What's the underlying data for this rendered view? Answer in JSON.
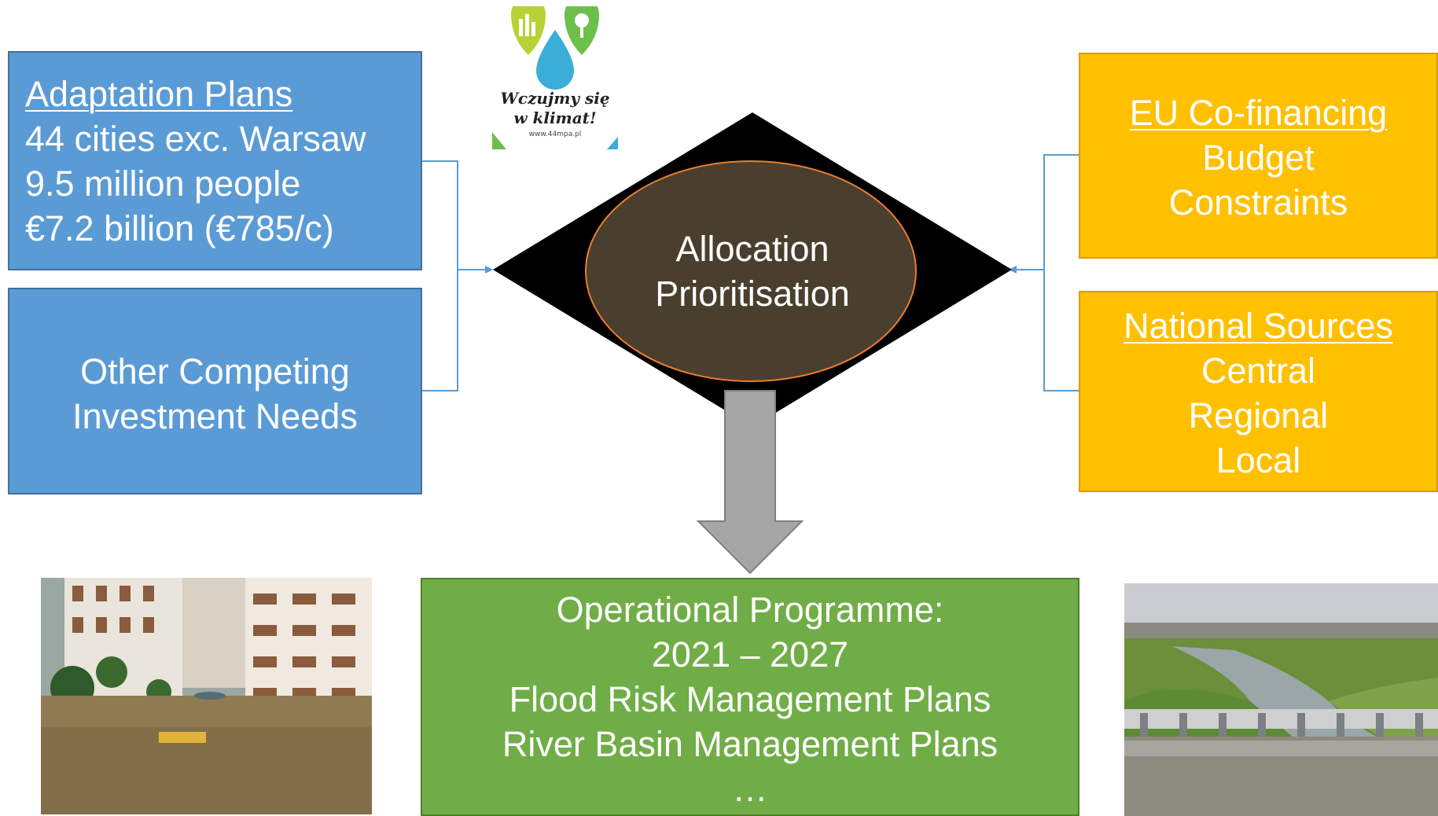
{
  "adaptation_box": {
    "title": "Adaptation Plans",
    "lines": [
      "44 cities exc. Warsaw",
      "9.5 million people",
      "€7.2 billion (€785/c)"
    ]
  },
  "competing_box": {
    "lines": [
      "Other Competing",
      "Investment Needs"
    ]
  },
  "center_node": {
    "lines": [
      "Allocation",
      "Prioritisation"
    ]
  },
  "eu_box": {
    "title": "EU Co-financing",
    "lines": [
      "Budget",
      "Constraints"
    ]
  },
  "national_box": {
    "title": "National Sources",
    "lines": [
      "Central",
      "Regional",
      "Local"
    ]
  },
  "operational_box": {
    "lines": [
      "Operational Programme:",
      "2021 – 2027",
      "Flood Risk Management Plans",
      "River Basin Management Plans",
      "…"
    ]
  },
  "logo": {
    "text_line1": "Wczujmy się",
    "text_line2": "w klimat!",
    "url": "www.44mpa.pl"
  },
  "colors": {
    "blue": "#5b9bd5",
    "gold": "#ffc000",
    "green": "#70ad47",
    "diamond": "#000000",
    "ellipse": "#4a3f2e",
    "arrow": "#a6a6a6"
  }
}
